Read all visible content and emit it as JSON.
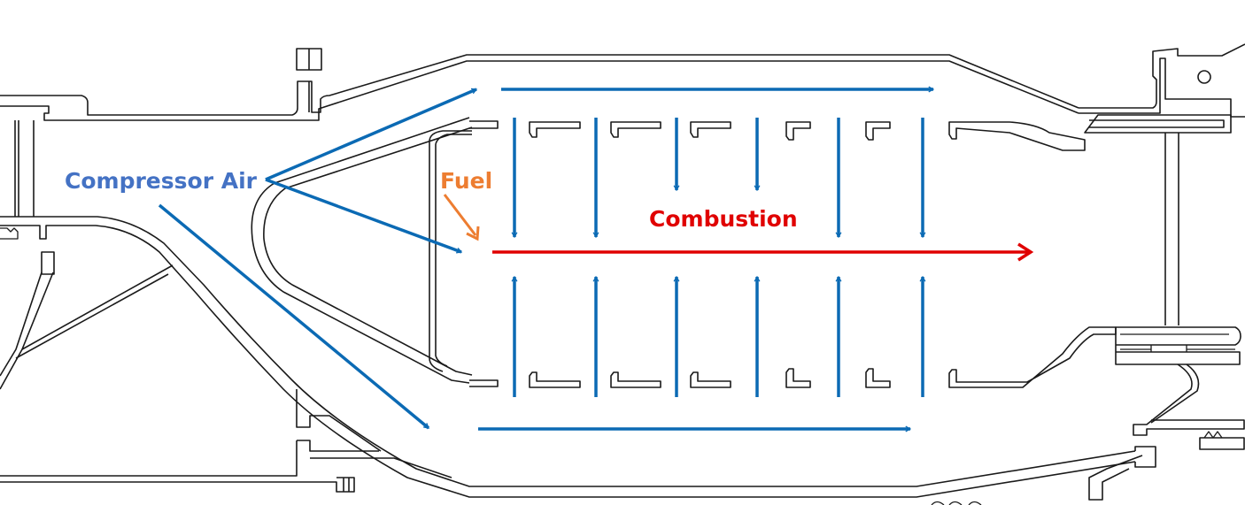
{
  "title": "Gas turbine combustor airflow schematic",
  "labels": {
    "compressor_air": "Compressor Air",
    "fuel": "Fuel",
    "combustion": "Combustion"
  },
  "colors": {
    "air": "#0b6ab4",
    "air_label": "#4472c4",
    "fuel": "#ed7d31",
    "combustion": "#e00000",
    "outline": "#1a1a1a",
    "background": "#ffffff"
  },
  "flows": [
    {
      "id": "compressor-air-to-outer-annulus",
      "kind": "air"
    },
    {
      "id": "compressor-air-to-primary-zone",
      "kind": "air"
    },
    {
      "id": "compressor-air-to-inner-annulus",
      "kind": "air"
    },
    {
      "id": "outer-annulus-flow",
      "kind": "air"
    },
    {
      "id": "inner-annulus-flow",
      "kind": "air"
    },
    {
      "id": "fuel-injection",
      "kind": "fuel"
    },
    {
      "id": "combustion-flow",
      "kind": "combustion"
    }
  ],
  "dilution_jets": {
    "top_count": 6,
    "bottom_count": 6
  },
  "liner_cooling_slots": {
    "top_count": 6,
    "bottom_count": 6
  }
}
